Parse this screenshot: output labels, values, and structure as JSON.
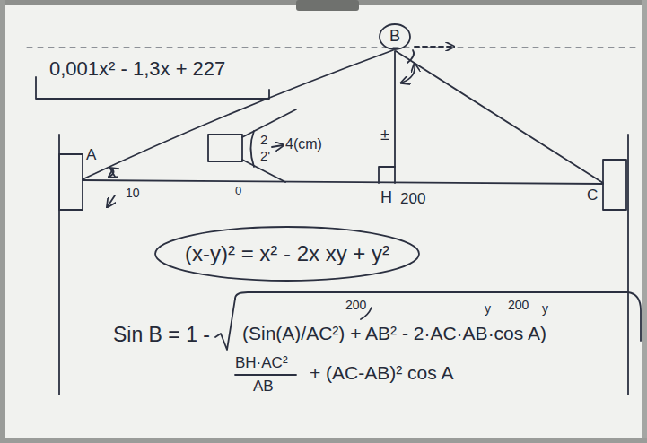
{
  "diagram": {
    "nodes": [
      {
        "text": [
          "(x-y)² = x² - 2x xy + y²"
        ]
      }
    ],
    "labels": [
      "0,001x² - 1,3x + 227",
      "A",
      "10",
      "0",
      "2",
      "2'",
      "4(cm)",
      "B",
      "±",
      "H",
      "200",
      "C",
      "Sin B = 1 -",
      "(Sin(A)/AC²) + AB² - 2·AC·AB·cos A)",
      "200",
      "y",
      "200",
      "y",
      "BH·AC²",
      "AB",
      "+ (AC-AB)² cos A"
    ]
  }
}
